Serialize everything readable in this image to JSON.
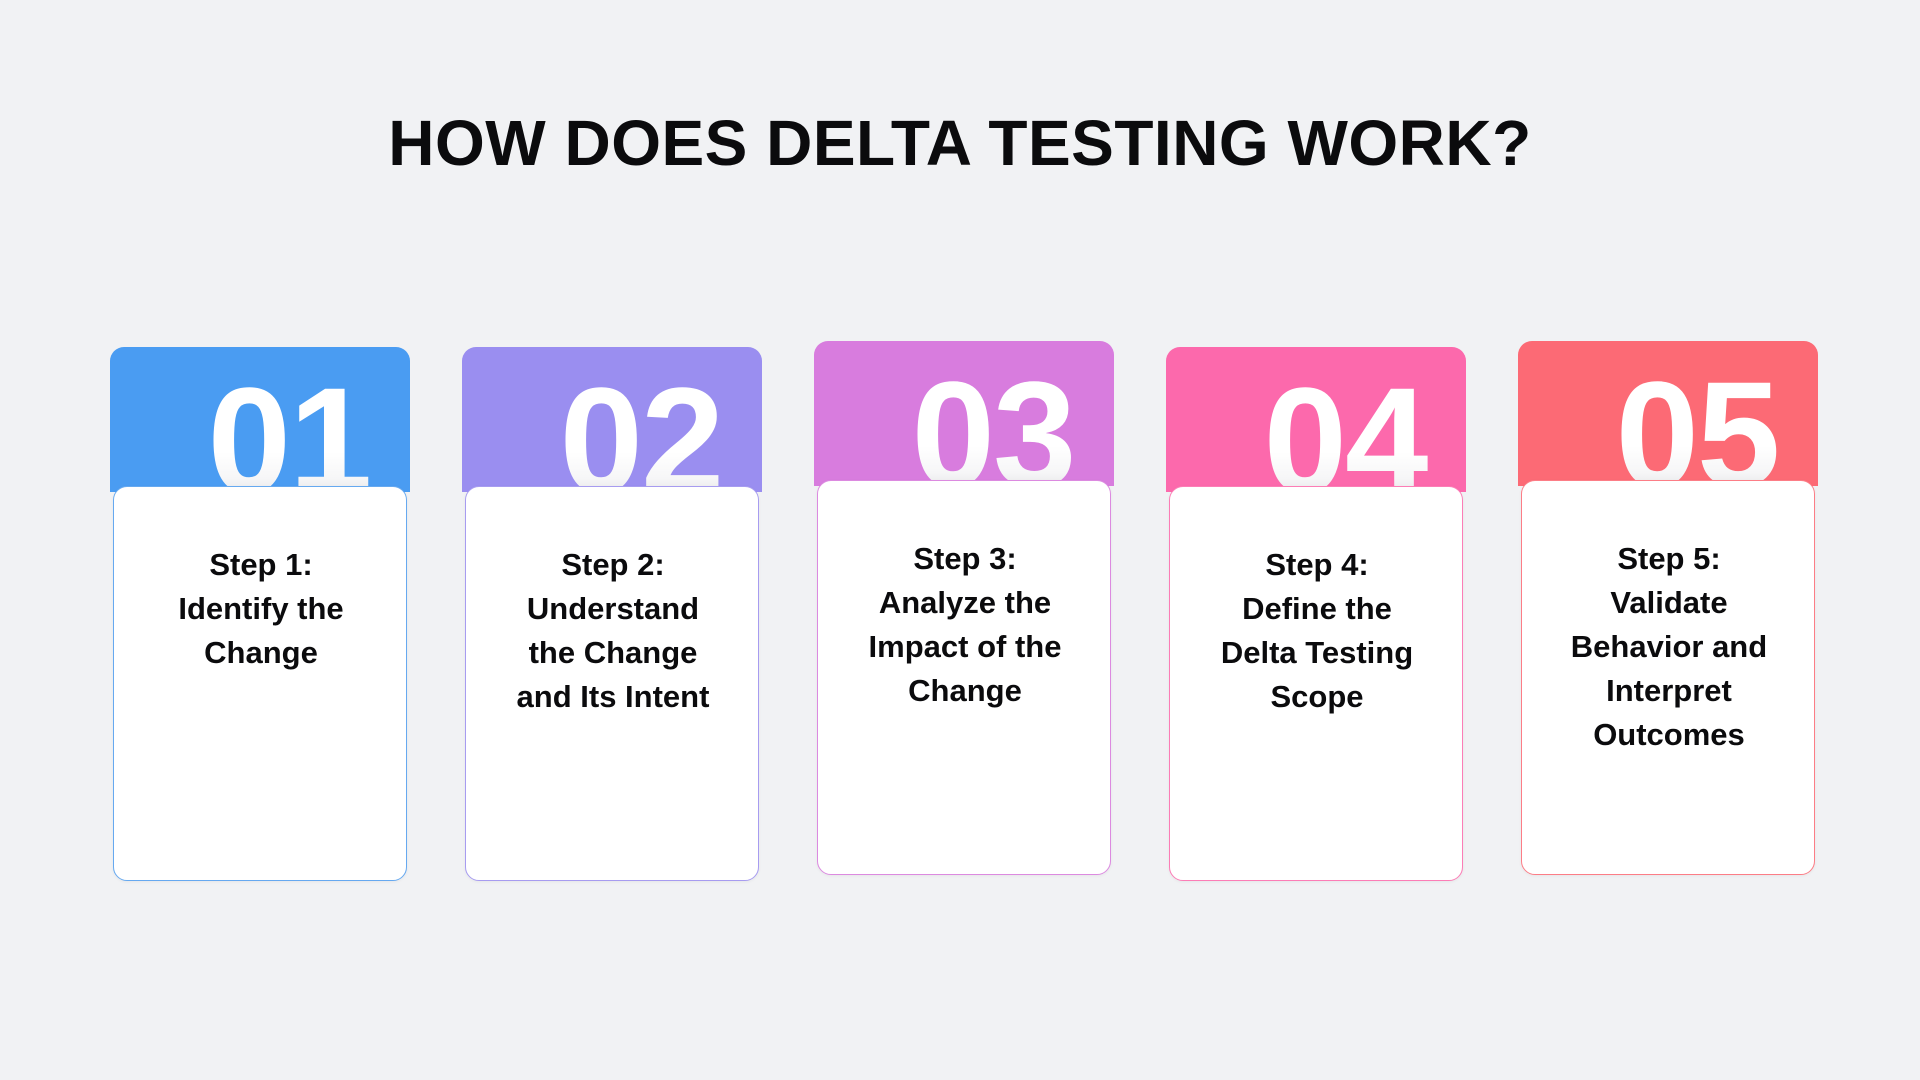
{
  "page": {
    "title": "HOW DOES DELTA TESTING WORK?",
    "background_color": "#F1F2F4",
    "title_color": "#0B0B0D"
  },
  "steps": [
    {
      "number": "01",
      "accent_color": "#4A9CF2",
      "border_color": "#66A9F0",
      "heading": "Step 1:",
      "line2": "Identify the",
      "line3": "Change",
      "line4": "",
      "full_text": "Step 1: Identify the Change"
    },
    {
      "number": "02",
      "accent_color": "#9A8EF0",
      "border_color": "#A79CF0",
      "heading": "Step 2:",
      "line2": "Understand",
      "line3": "the Change",
      "line4": "and Its Intent",
      "full_text": "Step 2: Understand the Change and Its Intent"
    },
    {
      "number": "03",
      "accent_color": "#D87CDE",
      "border_color": "#DC8AE0",
      "heading": "Step 3:",
      "line2": "Analyze the",
      "line3": "Impact of the",
      "line4": "Change",
      "full_text": "Step 3: Analyze the Impact of the Change"
    },
    {
      "number": "04",
      "accent_color": "#FC69AC",
      "border_color": "#FC7DB6",
      "heading": "Step 4:",
      "line2": "Define the",
      "line3": "Delta Testing",
      "line4": "Scope",
      "full_text": "Step 4: Define the Delta Testing Scope"
    },
    {
      "number": "05",
      "accent_color": "#FC6A75",
      "border_color": "#FC7D86",
      "heading": "Step 5:",
      "line2": "Validate",
      "line3": "Behavior and",
      "line4": "Interpret",
      "line5": "Outcomes",
      "full_text": "Step 5: Validate Behavior and Interpret Outcomes"
    }
  ]
}
